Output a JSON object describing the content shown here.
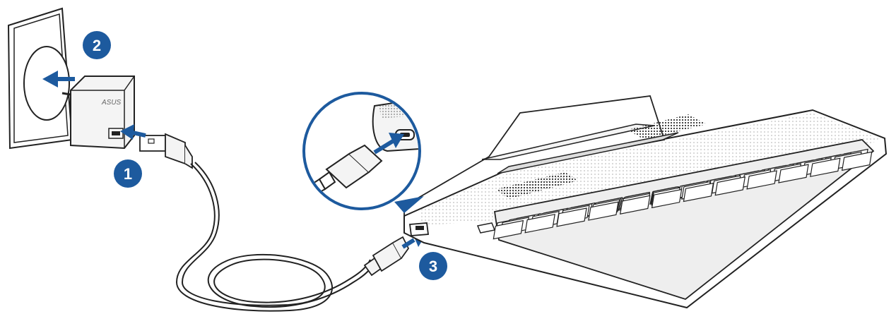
{
  "steps": [
    {
      "number": "1"
    },
    {
      "number": "2"
    },
    {
      "number": "3"
    }
  ],
  "adapter": {
    "brand": "ASUS"
  },
  "colors": {
    "badge": "#1d5a9e",
    "arrow": "#1d5a9e",
    "line": "#222222",
    "device_fill": "#f4f4f4"
  }
}
